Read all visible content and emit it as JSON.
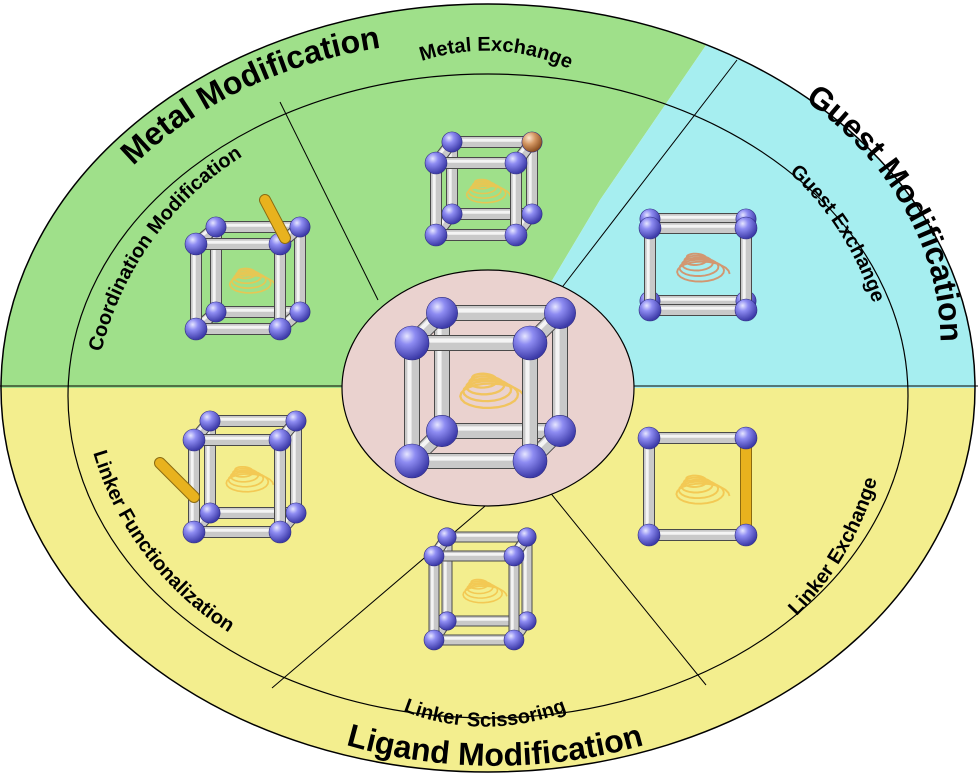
{
  "sections": {
    "metal_modification": {
      "label": "Metal Modification",
      "color": "#9fe08a"
    },
    "guest_modification": {
      "label": "Guest Modification",
      "color": "#a6eef0"
    },
    "ligand_modification": {
      "label": "Ligand Modification",
      "color": "#f3ee8e"
    }
  },
  "sub_sections": {
    "metal_exchange": "Metal Exchange",
    "coordination_modification": "Coordination Modification",
    "guest_exchange": "Guest Exchange",
    "linker_functionalization": "Linker Functionalization",
    "linker_scissoring": "Linker Scissoring",
    "linker_exchange": "Linker Exchange"
  },
  "center": {
    "color": "#ead2cf"
  },
  "colors": {
    "node": "#6f6ce0",
    "guest_spring": "#f2c24a",
    "exchanged_guest": "#d9875a",
    "exchanged_metal": "#c98a55",
    "linker_highlight": "#e8b21e"
  }
}
